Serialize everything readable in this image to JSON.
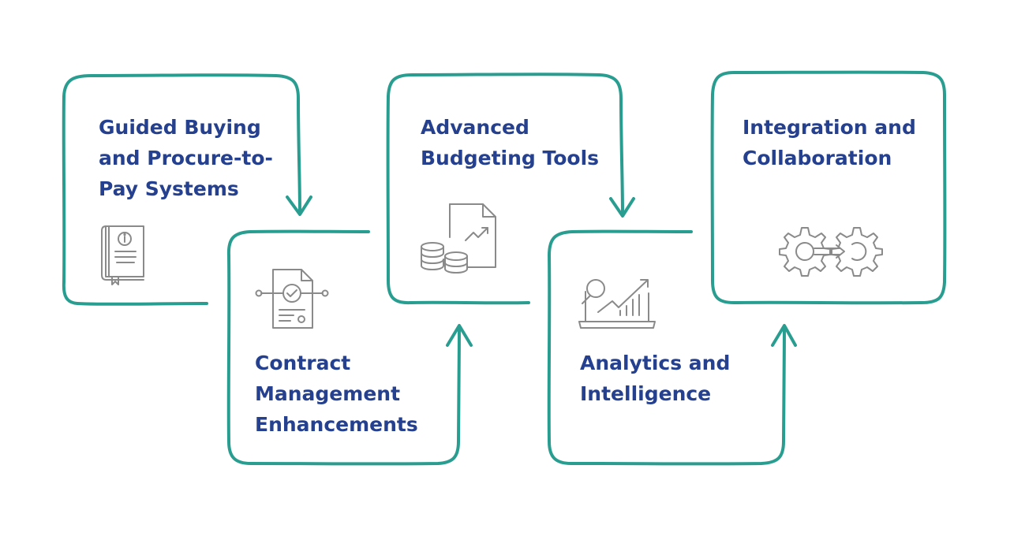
{
  "colors": {
    "connector": "#2a9d91",
    "title_text": "#24408e",
    "icon_stroke": "#8a8a8a"
  },
  "steps": [
    {
      "lines": [
        "Guided Buying",
        "and Procure-to-",
        "Pay Systems"
      ],
      "icon": "book-info-icon"
    },
    {
      "lines": [
        "Contract",
        "Management",
        "Enhancements"
      ],
      "icon": "contract-check-icon"
    },
    {
      "lines": [
        "Advanced",
        "Budgeting Tools"
      ],
      "icon": "budget-coins-chart-icon"
    },
    {
      "lines": [
        "Analytics and",
        "Intelligence"
      ],
      "icon": "laptop-analytics-icon"
    },
    {
      "lines": [
        "Integration and",
        "Collaboration"
      ],
      "icon": "gears-integration-icon"
    }
  ]
}
